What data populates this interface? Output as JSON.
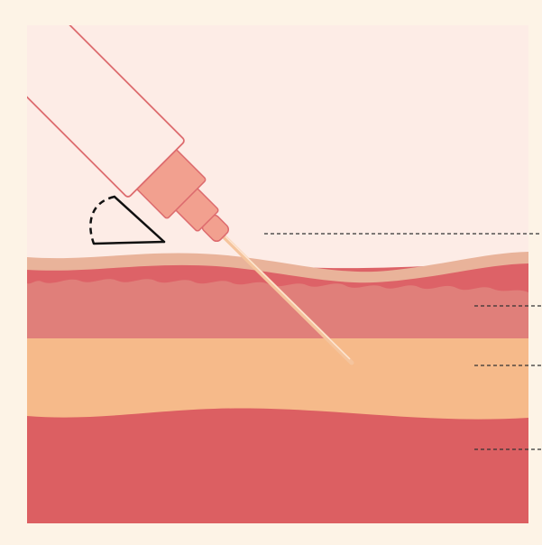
{
  "diagram": {
    "subject": "intradermal-injection-cross-section",
    "layers": [
      {
        "id": "epidermis",
        "color": "#e9b39a"
      },
      {
        "id": "dermis",
        "color": "#e07f7a"
      },
      {
        "id": "subcutaneous-tissue",
        "color": "#f6ba8a"
      },
      {
        "id": "muscle",
        "color": "#dc5f62"
      }
    ],
    "colors": {
      "page_background": "#fdf3e6",
      "sky": "#fdece6",
      "dermis_top_band": "#dd6267",
      "syringe_barrel": "#fdece6",
      "syringe_hub": "#f2a08f",
      "syringe_outline": "#dd6b6e",
      "needle": "#f5c49d",
      "leader_line": "#333333",
      "angle_marker": "#111111"
    },
    "icons": [
      "syringe-icon",
      "angle-marker-icon"
    ]
  }
}
